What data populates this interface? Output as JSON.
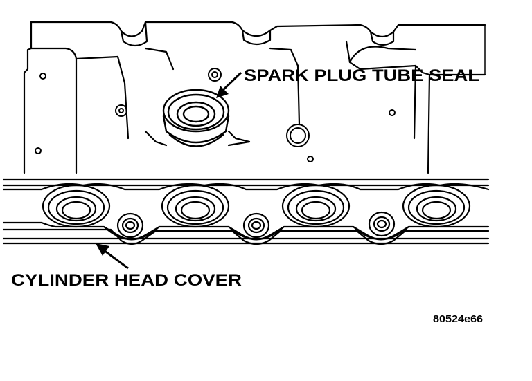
{
  "labels": {
    "spark_plug_tube_seal": "SPARK PLUG TUBE SEAL",
    "cylinder_head_cover": "CYLINDER HEAD COVER"
  },
  "figure_code": "80524e66",
  "colors": {
    "ink": "#000000",
    "paper": "#ffffff"
  }
}
